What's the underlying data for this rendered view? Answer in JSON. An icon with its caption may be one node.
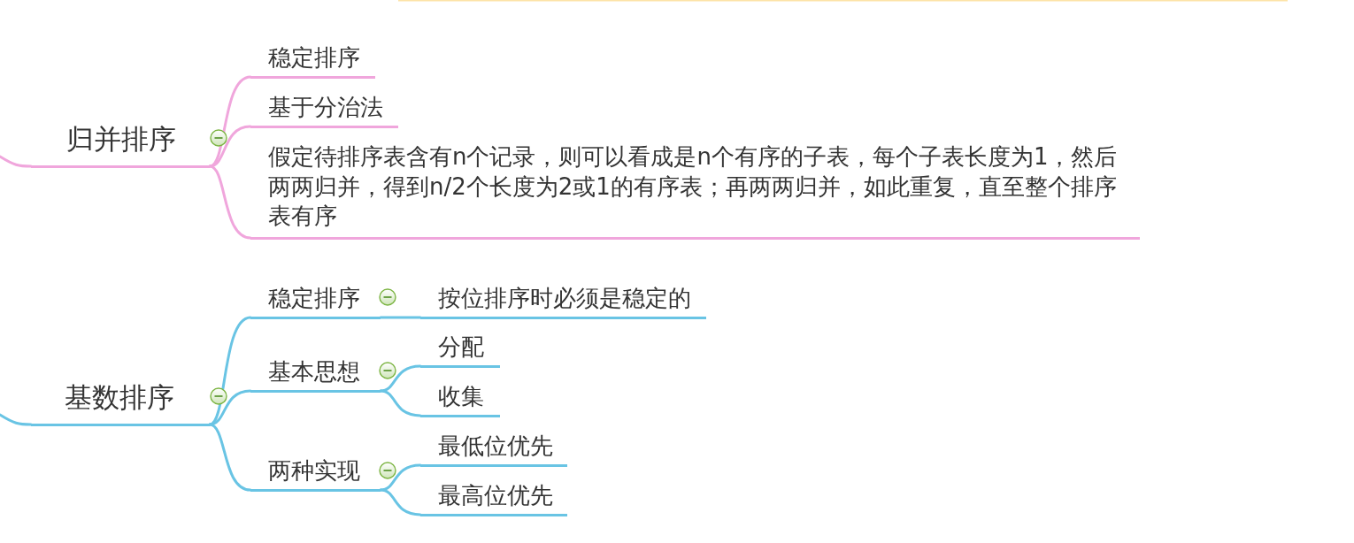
{
  "diagram": {
    "nodes": [
      {
        "text": [
          "归并排序"
        ]
      },
      {
        "text": [
          "稳定排序"
        ]
      },
      {
        "text": [
          "基于分治法"
        ]
      },
      {
        "text": [
          "假定待排序表含有n个记录，则可以看成是n个有序的子表，每个子表长度为1，然后两两归并，得到n/2个长度为2或1的有序表；再两两归并，如此重复，直至整个排序表有序"
        ]
      },
      {
        "text": [
          "基数排序"
        ]
      },
      {
        "text": [
          "稳定排序"
        ]
      },
      {
        "text": [
          "按位排序时必须是稳定的"
        ]
      },
      {
        "text": [
          "基本思想"
        ]
      },
      {
        "text": [
          "分配"
        ]
      },
      {
        "text": [
          "收集"
        ]
      },
      {
        "text": [
          "两种实现"
        ]
      },
      {
        "text": [
          "最低位优先"
        ]
      },
      {
        "text": [
          "最高位优先"
        ]
      }
    ],
    "edges": [
      {
        "from": null,
        "to": 0,
        "arrow": "none",
        "color": "#f0a6dc"
      },
      {
        "from": 0,
        "to": 1,
        "arrow": "none",
        "color": "#f0a6dc"
      },
      {
        "from": 0,
        "to": 2,
        "arrow": "none",
        "color": "#f0a6dc"
      },
      {
        "from": 0,
        "to": 3,
        "arrow": "none",
        "color": "#f0a6dc"
      },
      {
        "from": null,
        "to": 4,
        "arrow": "none"
      },
      {
        "from": 4,
        "to": 5,
        "arrow": "none"
      },
      {
        "from": 5,
        "to": 6,
        "arrow": "none"
      },
      {
        "from": 4,
        "to": 7,
        "arrow": "none"
      },
      {
        "from": 7,
        "to": 8,
        "arrow": "none"
      },
      {
        "from": 7,
        "to": 9,
        "arrow": "none"
      },
      {
        "from": 4,
        "to": 10,
        "arrow": "none"
      },
      {
        "from": 10,
        "to": 11,
        "arrow": "none"
      },
      {
        "from": 10,
        "to": 12,
        "arrow": "none"
      }
    ]
  }
}
